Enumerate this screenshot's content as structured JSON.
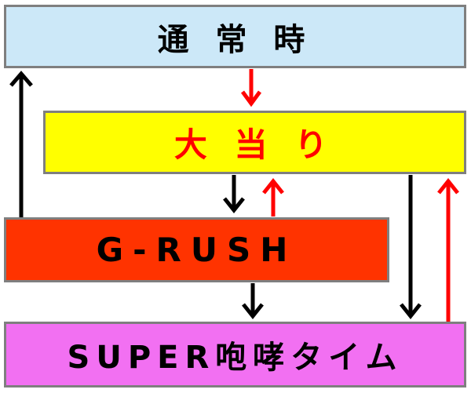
{
  "states": {
    "normal": {
      "label": "通 常 時"
    },
    "hit": {
      "label": "大 当 り"
    },
    "grush": {
      "label": "G-RUSH"
    },
    "super": {
      "label": "SUPER咆哮タイム"
    }
  },
  "colors": {
    "normal_fill": "#cce8f8",
    "hit_fill": "#ffff00",
    "grush_fill": "#ff3300",
    "super_fill": "#f270f2",
    "border": "#7f7f7f",
    "text_default": "#000000",
    "hit_text": "#ff0000",
    "arrow_black": "#000000",
    "arrow_red": "#ff0000"
  }
}
